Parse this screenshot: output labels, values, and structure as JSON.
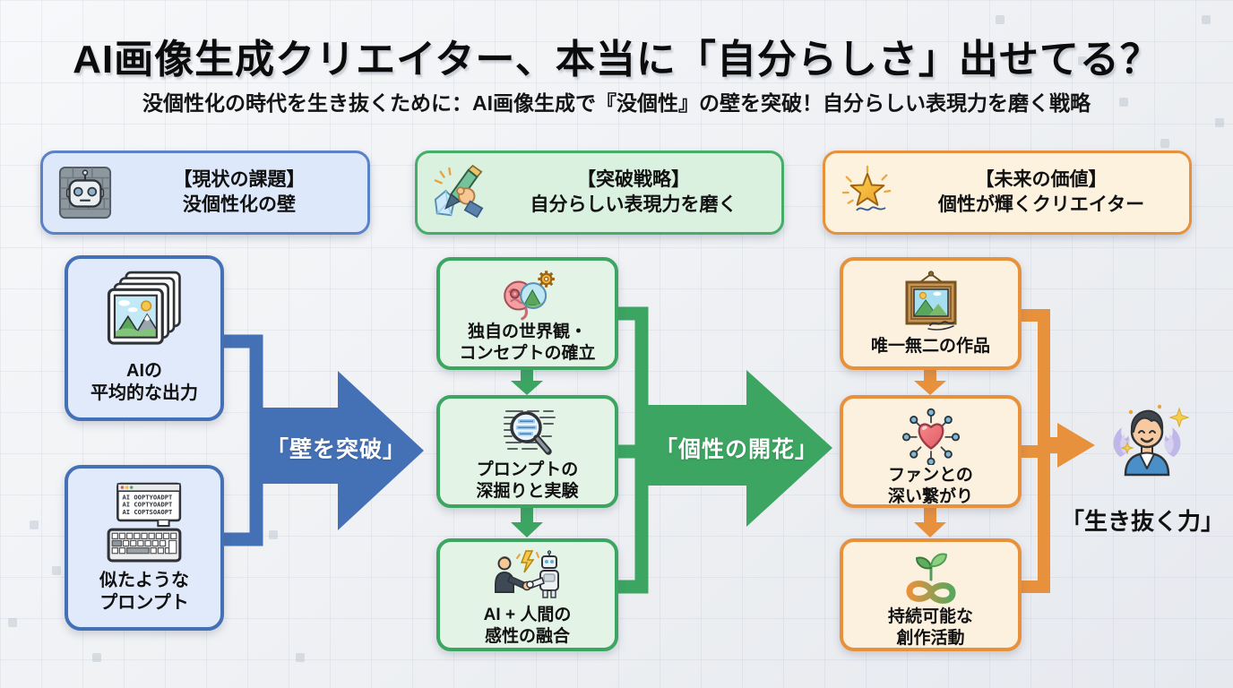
{
  "page": {
    "title": "AI画像生成クリエイター、本当に「自分らしさ」出せてる？",
    "subtitle": "没個性化の時代を生き抜くために：AI画像生成で『没個性』の壁を突破！自分らしい表現力を磨く戦略"
  },
  "columns": [
    {
      "header": {
        "line1": "【現状の課題】",
        "line2": "没個性化の壁"
      },
      "boxes": [
        {
          "line1": "AIの",
          "line2": "平均的な出力"
        },
        {
          "line1": "似たような",
          "line2": "プロンプト"
        }
      ]
    },
    {
      "header": {
        "line1": "【突破戦略】",
        "line2": "自分らしい表現力を磨く"
      },
      "boxes": [
        {
          "line1": "独自の世界観・",
          "line2": "コンセプトの確立"
        },
        {
          "line1": "プロンプトの",
          "line2": "深掘りと実験"
        },
        {
          "line1": "AI + 人間の",
          "line2": "感性の融合"
        }
      ]
    },
    {
      "header": {
        "line1": "【未来の価値】",
        "line2": "個性が輝くクリエイター"
      },
      "boxes": [
        {
          "line1": "唯一無二の作品",
          "line2": ""
        },
        {
          "line1": "ファンとの",
          "line2": "深い繋がり"
        },
        {
          "line1": "持続可能な",
          "line2": "創作活動"
        }
      ]
    }
  ],
  "flow_labels": {
    "breakthrough": "「壁を突破」",
    "blossom": "「個性の開花」",
    "survive": "「生き抜く力」"
  },
  "icon_text": {
    "prompt_lines": [
      "AI OOPTYOADPT",
      "AI COPTYOADPT",
      "AI COPTSOAOPT"
    ]
  },
  "colors": {
    "blue": "#4470b5",
    "green": "#3ba561",
    "orange": "#e8913d"
  }
}
